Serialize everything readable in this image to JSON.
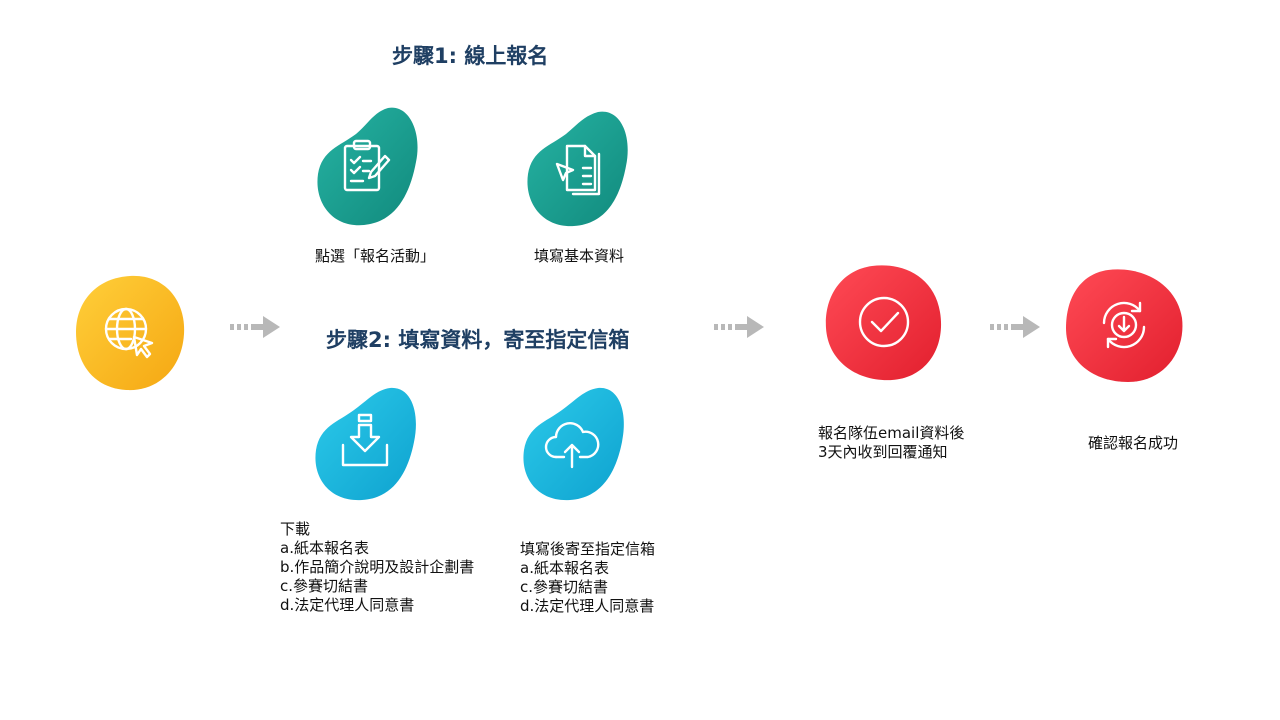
{
  "step1": {
    "heading": "步驟1: 線上報名",
    "items": [
      {
        "icon": "clipboard-checklist-icon",
        "label": "點選「報名活動」"
      },
      {
        "icon": "documents-send-icon",
        "label": "填寫基本資料"
      }
    ]
  },
  "step2": {
    "heading": "步驟2: 填寫資料，寄至指定信箱",
    "download": {
      "icon": "download-icon",
      "lines": [
        "下載",
        "a.紙本報名表",
        "b.作品簡介說明及設計企劃書",
        "c.參賽切結書",
        "d.法定代理人同意書"
      ]
    },
    "upload": {
      "icon": "cloud-upload-icon",
      "lines": [
        "填寫後寄至指定信箱",
        "a.紙本報名表",
        "c.參賽切結書",
        "d.法定代理人同意書"
      ]
    }
  },
  "start": {
    "icon": "globe-cursor-icon"
  },
  "notify": {
    "icon": "check-circle-icon",
    "lines": [
      "報名隊伍email資料後",
      "3天內收到回覆通知"
    ]
  },
  "confirm": {
    "icon": "refresh-download-icon",
    "label": "確認報名成功"
  },
  "colors": {
    "heading": "#1f3f63",
    "yellow": "#f8b51c",
    "teal": "#1aa395",
    "cyan": "#12b5dd",
    "red": "#ee2f3d",
    "arrow": "#b8b8b8"
  }
}
